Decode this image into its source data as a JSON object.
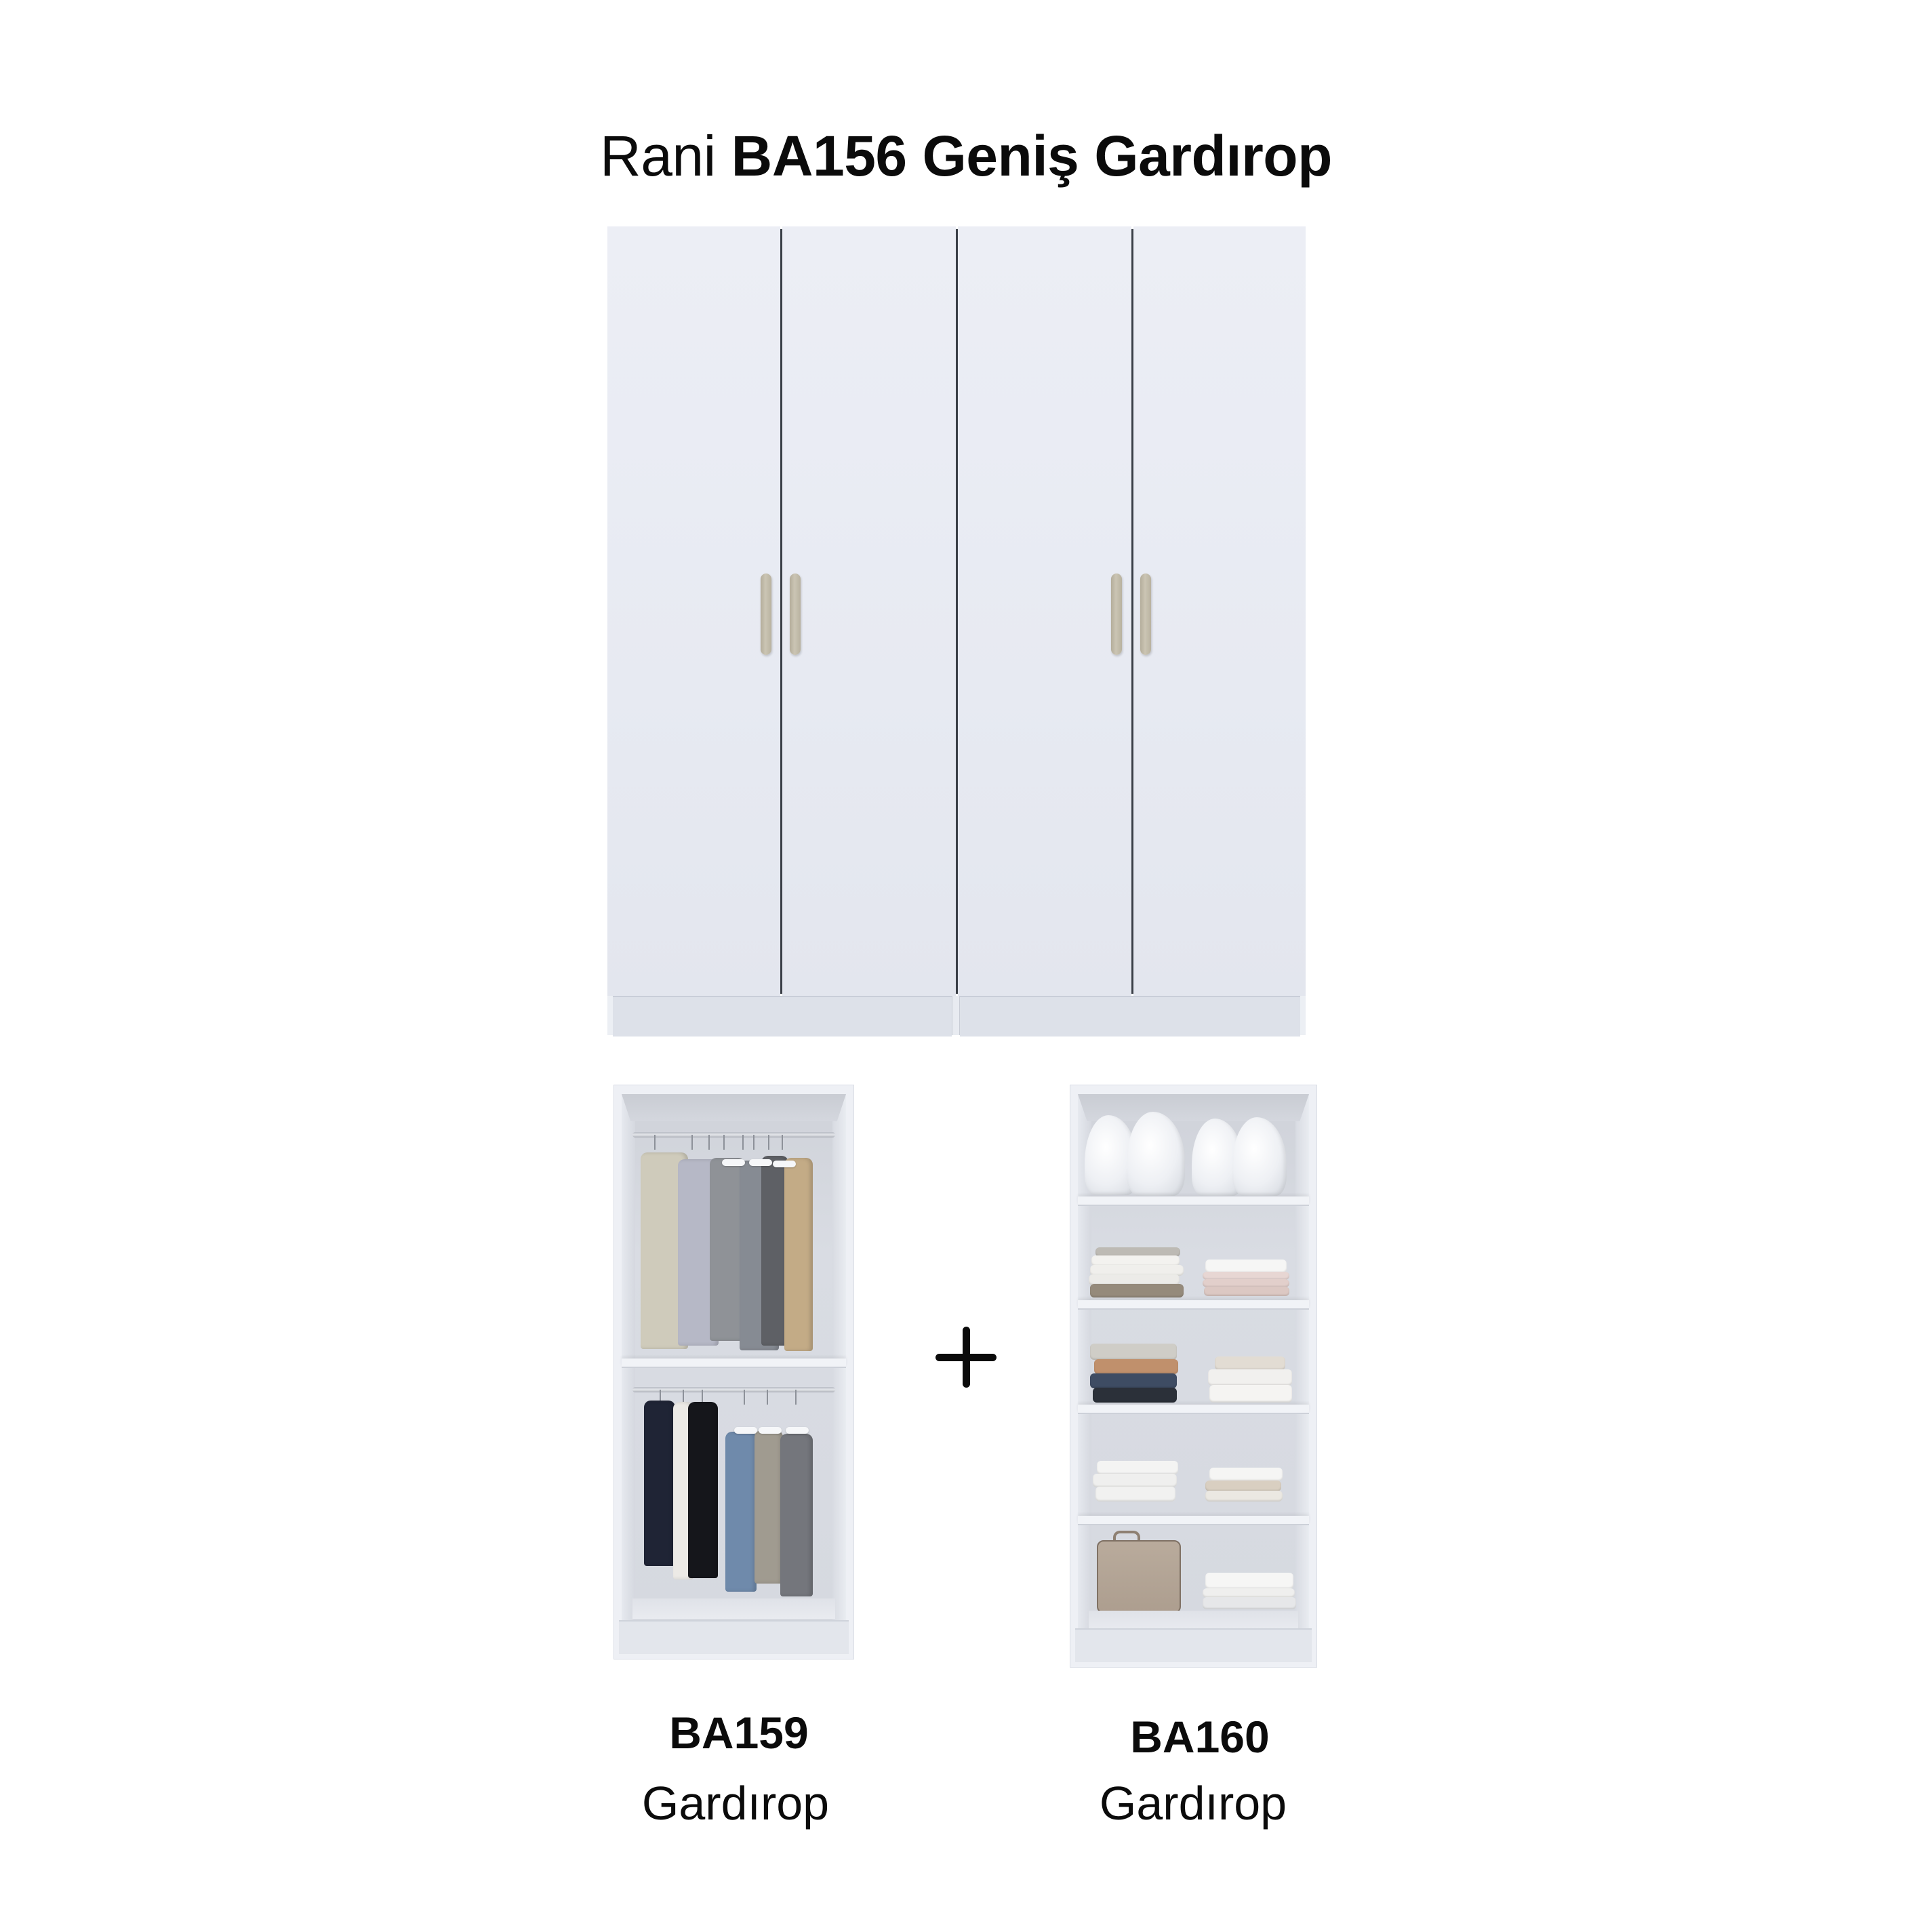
{
  "title": {
    "brand": "Rani",
    "product": "BA156 Geniş Gardırop"
  },
  "colors": {
    "background": "#ffffff",
    "text": "#0b0b0b",
    "panel_white": "#e9ecf3",
    "handle": "#c2bba8",
    "interior": "#d6d9e0"
  },
  "main_wardrobe": {
    "code": "BA156",
    "doors": 4,
    "handles": 4
  },
  "combination_icon": "plus-icon",
  "components": [
    {
      "code": "BA159",
      "label": "Gardırop",
      "interior": "two hanging rails"
    },
    {
      "code": "BA160",
      "label": "Gardırop",
      "interior": "five shelves"
    }
  ]
}
